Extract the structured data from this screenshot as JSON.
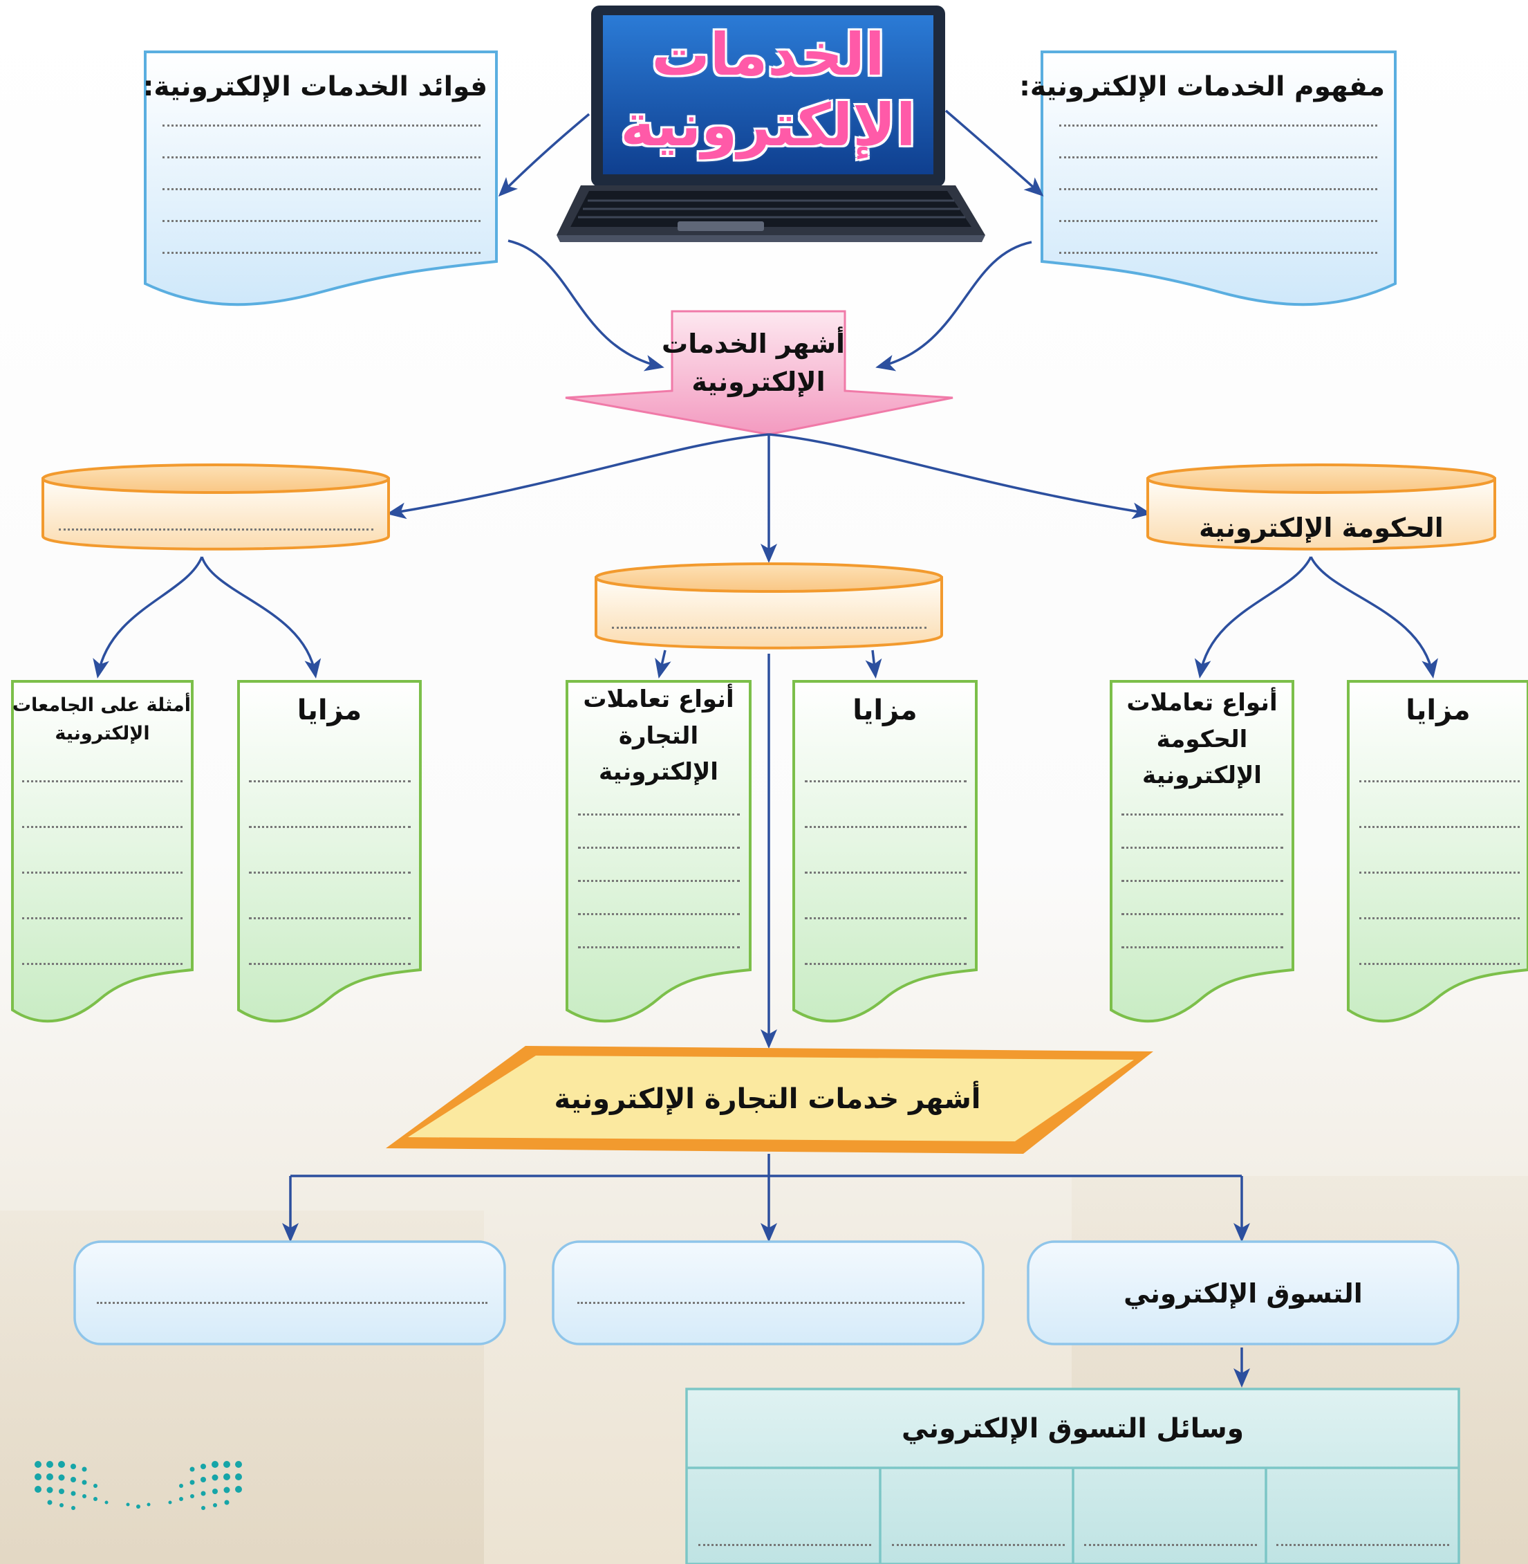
{
  "title": "الخدمات الإلكترونية",
  "title_lines": [
    "الخدمات",
    "الإلكترونية"
  ],
  "concept_box": {
    "label": "مفهوم الخدمات الإلكترونية:"
  },
  "benefits_box": {
    "label": "فوائد الخدمات الإلكترونية:"
  },
  "popular_services": {
    "line1": "أشهر الخدمات",
    "line2": "الإلكترونية"
  },
  "branches": {
    "egov": {
      "label": "الحكومة الإلكترونية"
    },
    "ecommerce": {
      "label": ""
    },
    "third": {
      "label": ""
    }
  },
  "egov_docs": {
    "advantages": "مزايا",
    "types": [
      "أنواع تعاملات",
      "الحكومة",
      "الإلكترونية"
    ]
  },
  "ecommerce_docs": {
    "advantages": "مزايا",
    "types": [
      "أنواع تعاملات",
      "التجارة",
      "الإلكترونية"
    ]
  },
  "third_docs": {
    "advantages": "مزايا",
    "examples": [
      "أمثلة على الجامعات",
      "الإلكترونية"
    ]
  },
  "ecommerce_services": {
    "label": "أشهر خدمات التجارة الإلكترونية"
  },
  "ecommerce_items": {
    "item1": "التسوق الإلكتروني",
    "item2": "",
    "item3": ""
  },
  "eshopping_means": {
    "header": "وسائل التسوق الإلكتروني"
  },
  "colors": {
    "arrow": "#2c4f9e",
    "blue_doc_border": "#5aaee0",
    "green_doc_border": "#7cbf4a",
    "orange_border": "#f29a2e",
    "pink_arrow": "#f4a8c8",
    "parallelogram_fill": "#fbe9a0",
    "table_fill": "#cfeaea"
  }
}
